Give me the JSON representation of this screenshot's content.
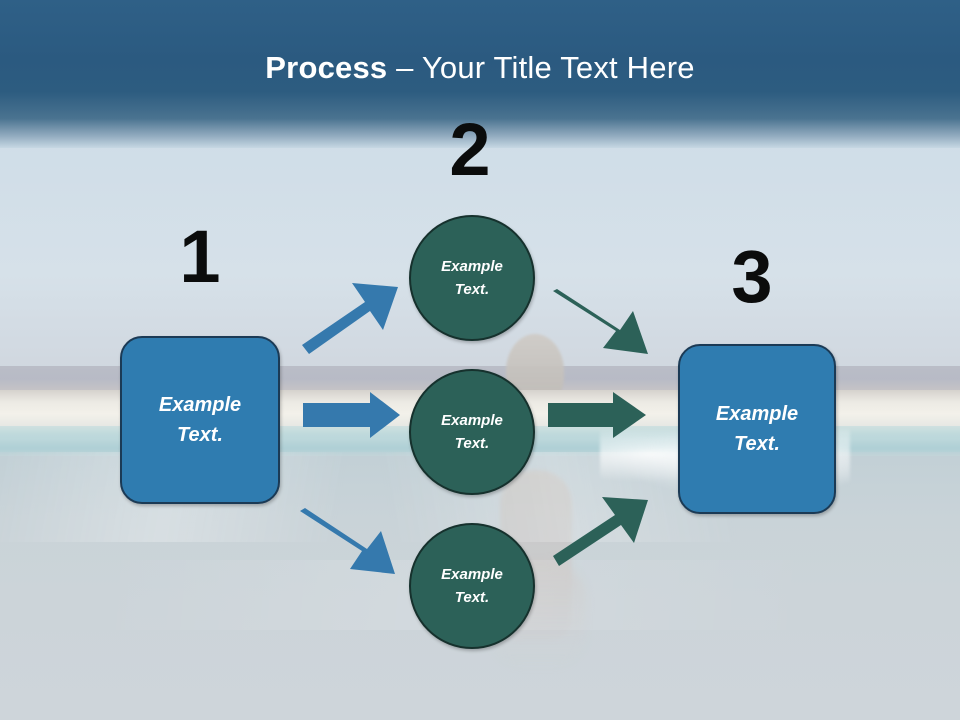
{
  "slide": {
    "title_bold": "Process",
    "title_separator": " – ",
    "title_rest": "Your Title Text Here",
    "title_full": "Process – Your Title Text Here"
  },
  "theme": {
    "header_blue": "#2c5f87",
    "box_blue": "#2f7cb0",
    "box_border": "#1b3a55",
    "circle_teal": "#2c6158",
    "circle_border": "#16312d",
    "arrow_blue": "#3579ad",
    "arrow_teal": "#2c6158",
    "number_black": "#0b0c0c",
    "text_white": "#ffffff"
  },
  "background": {
    "description": "infinity-pool photograph: person floating with arms outstretched, ocean horizon behind"
  },
  "steps": [
    {
      "number": "1",
      "label_line1": "Example",
      "label_line2": "Text."
    },
    {
      "number": "2",
      "label_line1": "Example",
      "label_line2": "Text."
    },
    {
      "number": "3",
      "label_line1": "Example",
      "label_line2": "Text."
    }
  ],
  "middle_nodes": [
    {
      "label_line1": "Example",
      "label_line2": "Text."
    },
    {
      "label_line1": "Example",
      "label_line2": "Text."
    },
    {
      "label_line1": "Example",
      "label_line2": "Text."
    }
  ],
  "connectors": [
    {
      "name": "blue-arrow-up",
      "color": "#3579ad",
      "direction": "up-right"
    },
    {
      "name": "blue-arrow-straight",
      "color": "#3579ad",
      "direction": "right"
    },
    {
      "name": "blue-arrow-down",
      "color": "#3579ad",
      "direction": "down-right"
    },
    {
      "name": "teal-arrow-down",
      "color": "#2c6158",
      "direction": "down-right"
    },
    {
      "name": "teal-arrow-straight",
      "color": "#2c6158",
      "direction": "right"
    },
    {
      "name": "teal-arrow-up",
      "color": "#2c6158",
      "direction": "up-right"
    }
  ]
}
